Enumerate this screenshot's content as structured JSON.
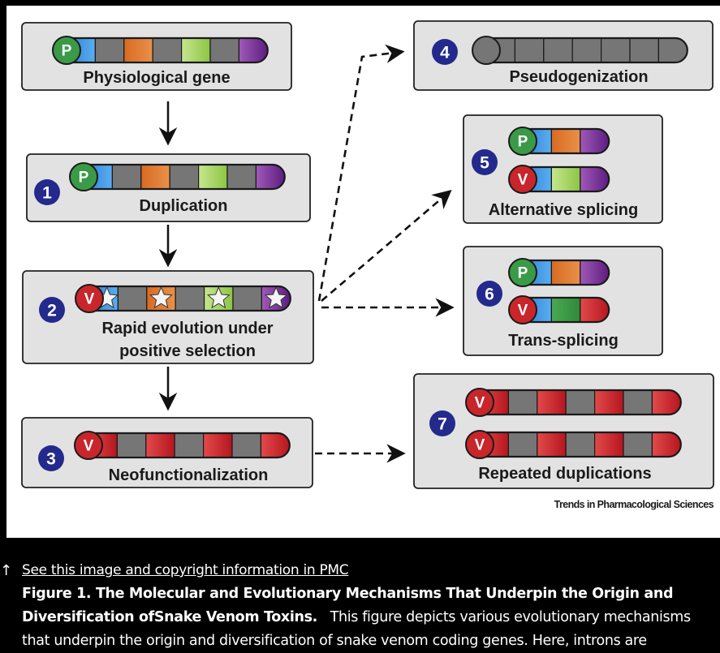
{
  "figure": {
    "credit": "Trends in Pharmacological Sciences",
    "boxes": [
      {
        "id": "physiological",
        "number": "",
        "label": "Physiological gene"
      },
      {
        "id": "duplication",
        "number": "1",
        "label": "Duplication"
      },
      {
        "id": "rapid-evolution",
        "number": "2",
        "label_lines": [
          "Rapid evolution under",
          "positive selection"
        ]
      },
      {
        "id": "neofunctionalization",
        "number": "3",
        "label": "Neofunctionalization"
      },
      {
        "id": "pseudogenization",
        "number": "4",
        "label": "Pseudogenization"
      },
      {
        "id": "alternative-splicing",
        "number": "5",
        "label": "Alternative splicing"
      },
      {
        "id": "trans-splicing",
        "number": "6",
        "label": "Trans-splicing"
      },
      {
        "id": "repeated-duplications",
        "number": "7",
        "label": "Repeated duplications"
      }
    ],
    "promoters": {
      "physiological": "P",
      "venom": "V"
    },
    "colors": {
      "box_fill": "#e2e2e2",
      "number_badge": "#232a8c",
      "promoter_p": "#3a9a47",
      "promoter_v": "#c8262b",
      "exon_blue": "#3b8fe0",
      "exon_orange": "#e07a2c",
      "exon_lightgreen": "#a6d660",
      "exon_purple": "#7a2c9c",
      "exon_red": "#c8262b",
      "exon_green": "#3f9a45",
      "intron_gray": "#767676"
    }
  },
  "caption": {
    "link_icon": "arrow-up-icon",
    "link_text": "See this image and copyright information in PMC",
    "title": "Figure 1. The Molecular and Evolutionary Mechanisms That Underpin the Origin and Diversification ofSnake Venom Toxins.",
    "body": "This figure depicts various evolutionary mechanisms that underpin the origin and diversification of snake venom coding genes. Here, introns are"
  }
}
